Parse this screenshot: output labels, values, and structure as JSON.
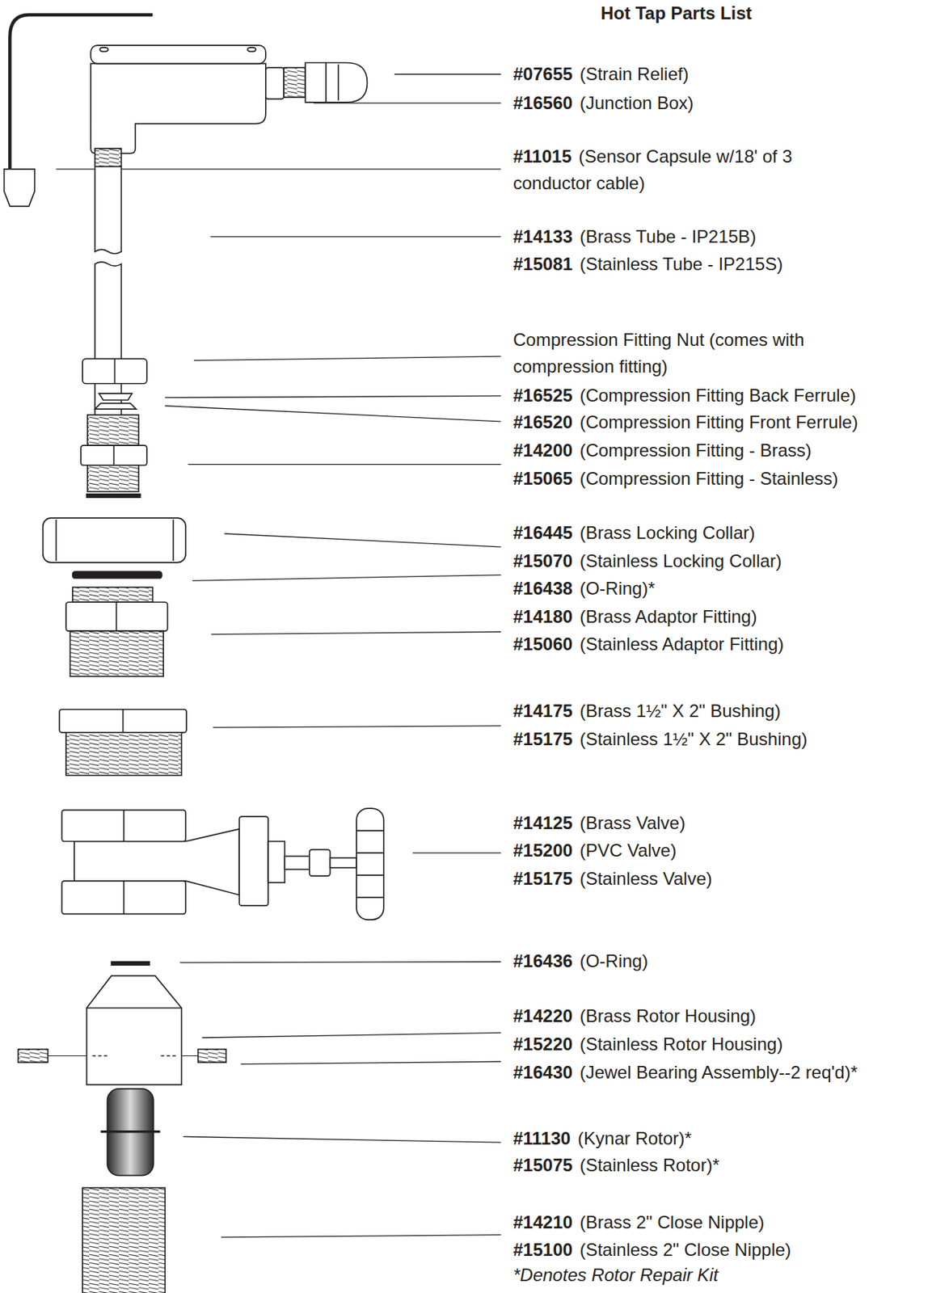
{
  "diagram": {
    "title": "Hot Tap Parts List",
    "labels": [
      "#07655",
      "(Strain Relief)",
      "#16560",
      "(Junction Box)",
      "#11015",
      "(Sensor Capsule w/18' of 3 conductor cable)",
      "#14133",
      "(Brass Tube - IP215B)",
      "#15081",
      "(Stainless Tube - IP215S)",
      "Compression Fitting Nut (comes with compression fitting)",
      "#16525",
      "(Compression Fitting Back Ferrule)",
      "#16520",
      "(Compression Fitting Front Ferrule)",
      "#14200",
      "(Compression Fitting - Brass)",
      "#15065",
      "(Compression Fitting - Stainless)",
      "#16445",
      "(Brass Locking Collar)",
      "#15070",
      "(Stainless Locking Collar)",
      "#16438",
      "(O-Ring)*",
      "#14180",
      "(Brass Adaptor Fitting)",
      "#15060",
      "(Stainless Adaptor Fitting)",
      "#14175",
      "(Brass 1½\" X 2\" Bushing)",
      "#15175",
      "(Stainless 1½\" X 2\" Bushing)",
      "#14125",
      "(Brass Valve)",
      "#15200",
      "(PVC Valve)",
      "#15175",
      "(Stainless Valve)",
      "#16436",
      "(O-Ring)",
      "#14220",
      "(Brass Rotor Housing)",
      "#15220",
      "(Stainless Rotor Housing)",
      "#16430",
      "(Jewel Bearing Assembly--2 req'd)*",
      "#11130",
      "(Kynar Rotor)*",
      "#15075",
      "(Stainless Rotor)*",
      "#14210",
      "(Brass 2\" Close Nipple)",
      "#15100",
      "(Stainless 2\" Close Nipple)",
      "*Denotes Rotor Repair Kit"
    ]
  }
}
